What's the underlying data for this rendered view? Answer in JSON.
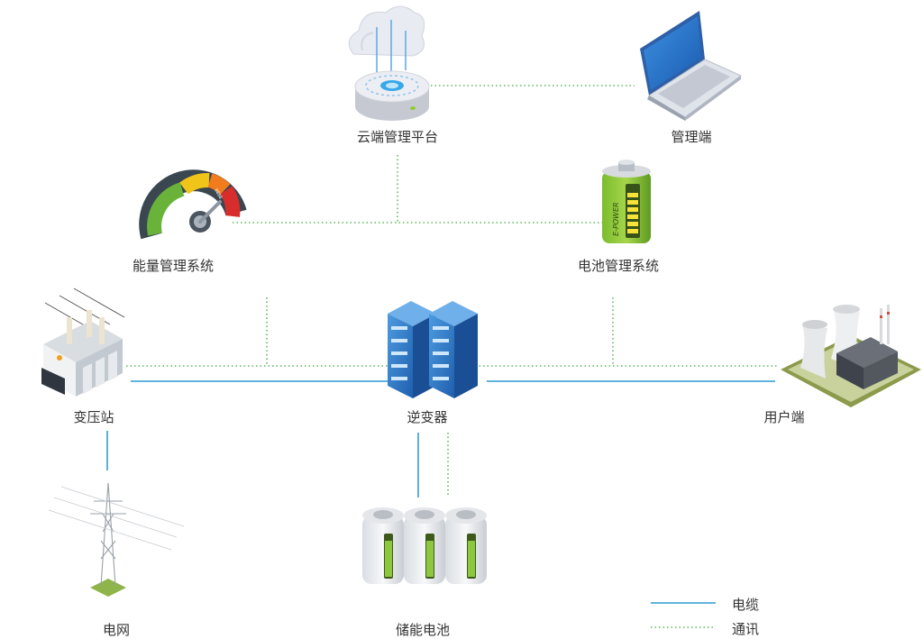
{
  "nodes": {
    "cloud": {
      "label": "云端管理平台",
      "icon": "cloud-server-icon"
    },
    "admin": {
      "label": "管理端",
      "icon": "laptop-icon"
    },
    "ems": {
      "label": "能量管理系统",
      "icon": "gauge-icon",
      "gauge_low": "8888",
      "gauge_high": "8888"
    },
    "bms": {
      "label": "电池管理系统",
      "icon": "battery-icon",
      "battery_text": "E-POWER"
    },
    "substation": {
      "label": "变压站",
      "icon": "transformer-icon"
    },
    "inverter": {
      "label": "逆变器",
      "icon": "server-rack-icon"
    },
    "user": {
      "label": "用户端",
      "icon": "factory-icon"
    },
    "grid": {
      "label": "电网",
      "icon": "power-tower-icon"
    },
    "storage": {
      "label": "储能电池",
      "icon": "battery-bank-icon"
    }
  },
  "legend": {
    "cable": "电缆",
    "comm": "通讯"
  },
  "colors": {
    "cable": "#4aa8d8",
    "comm": "#5cb85c",
    "label": "#333333"
  }
}
